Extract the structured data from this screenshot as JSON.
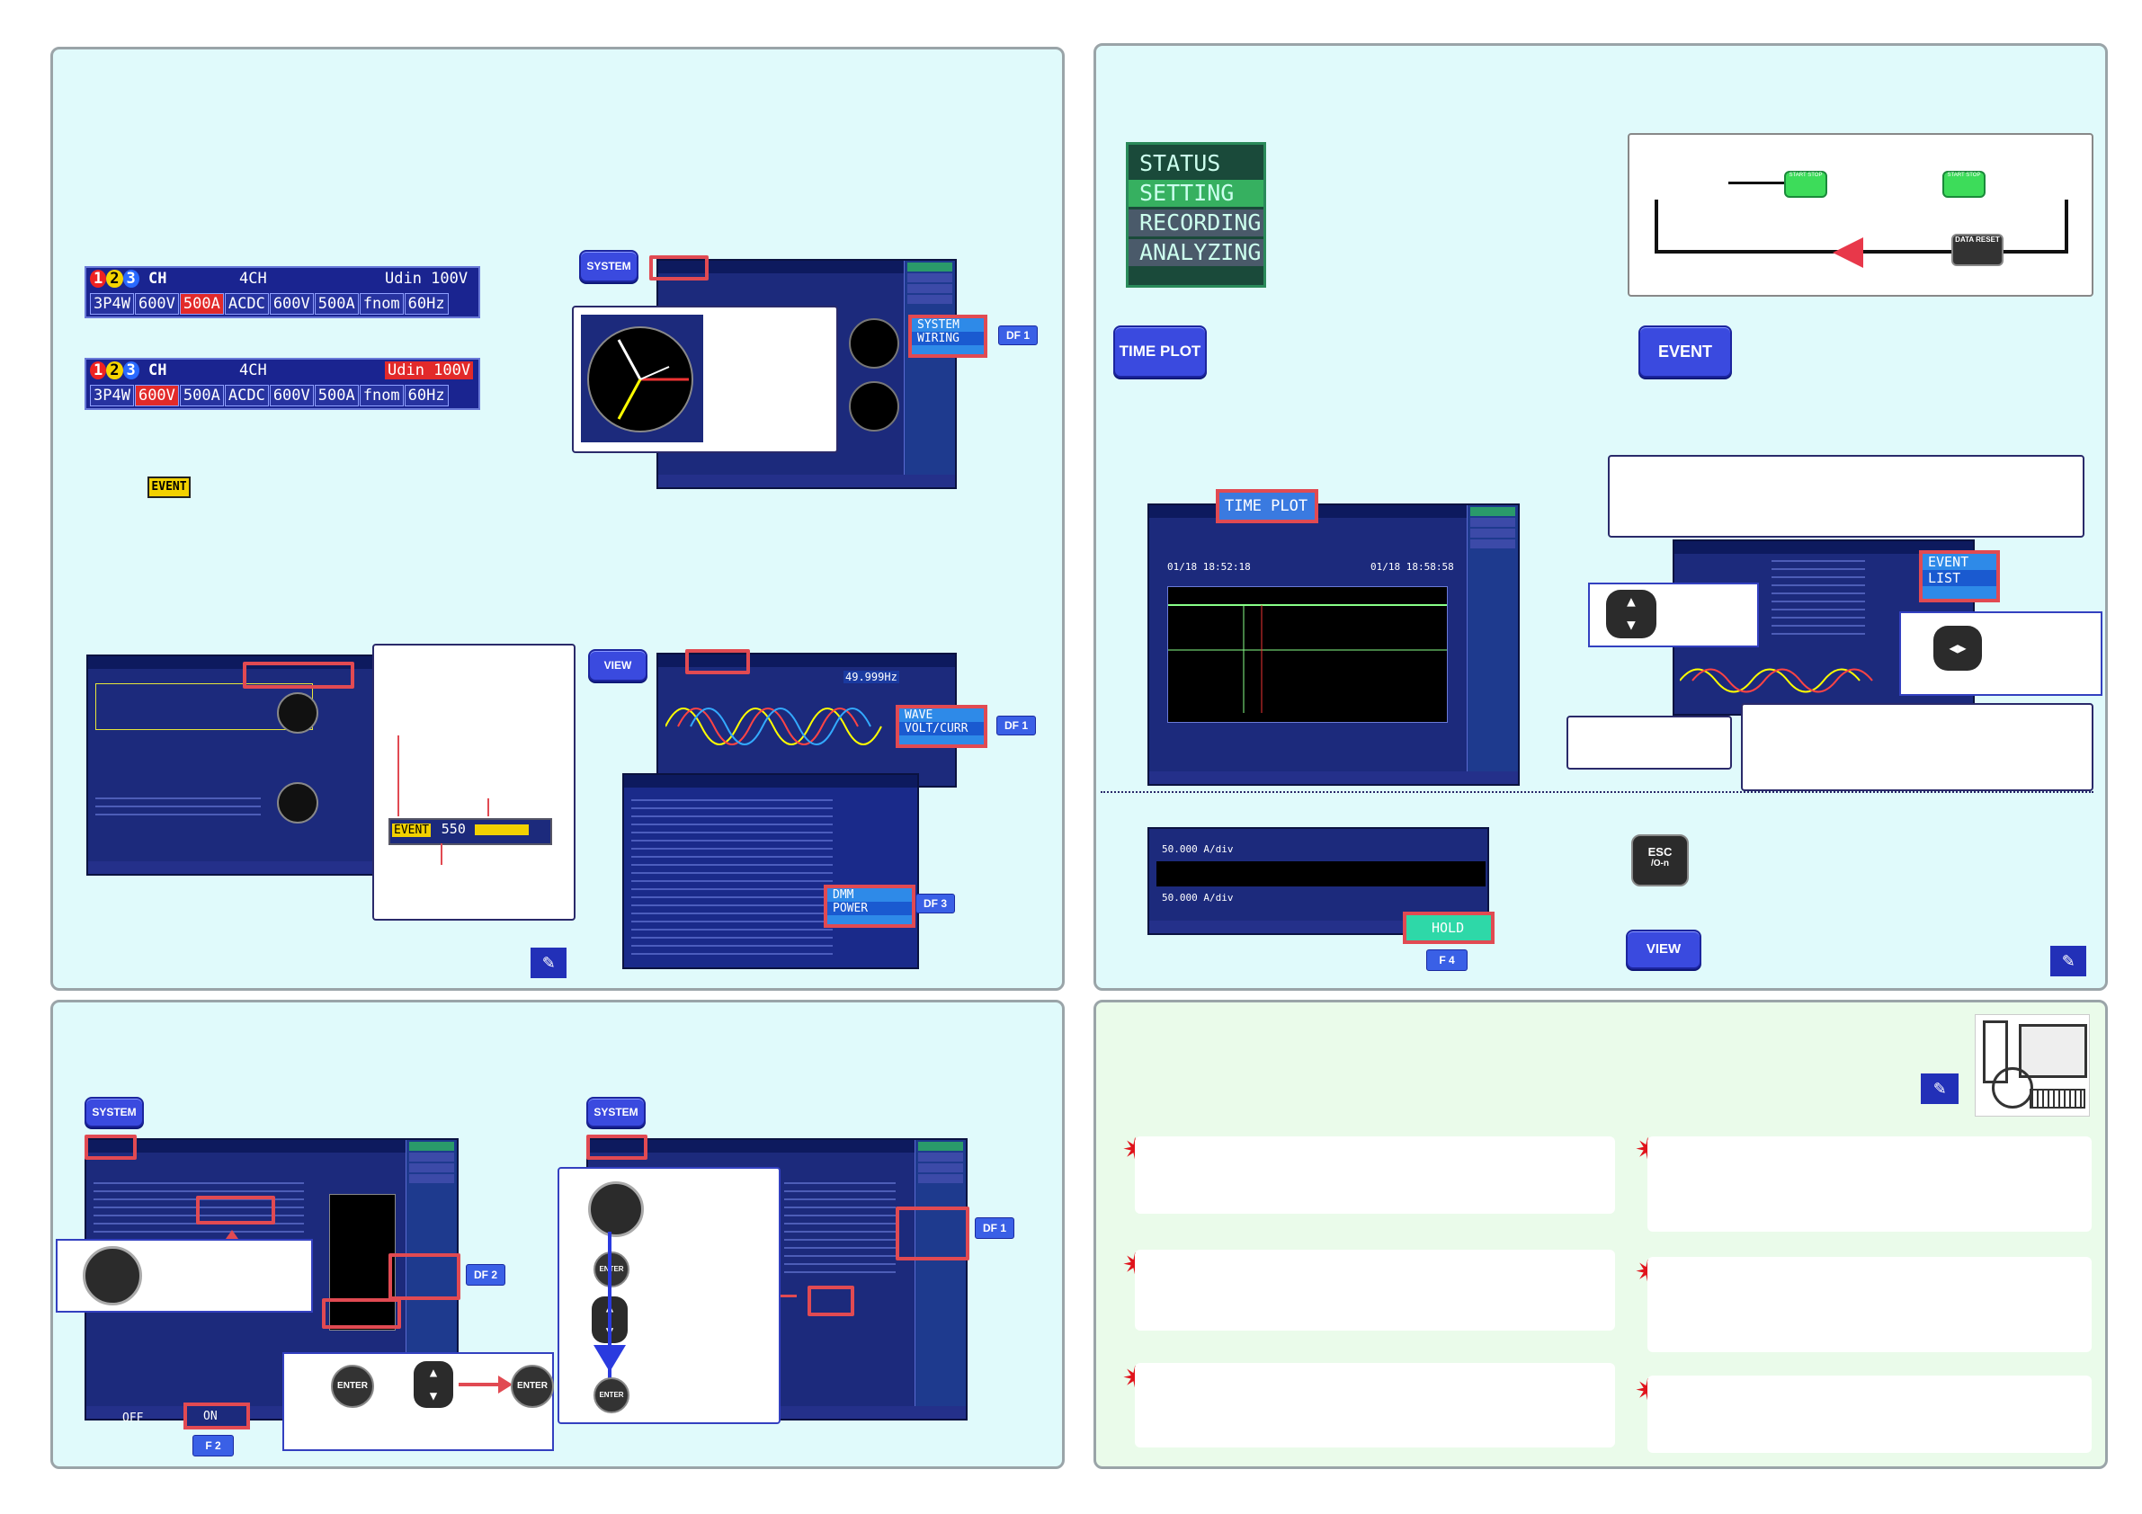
{
  "keys": {
    "system": "SYSTEM",
    "view": "VIEW",
    "timeplot": "TIME PLOT",
    "event": "EVENT",
    "esc_top": "ESC",
    "esc_bottom": "/O-n",
    "enter": "ENTER",
    "start_stop": "START STOP",
    "data_reset": "DATA RESET"
  },
  "fkeys": {
    "df1": "DF 1",
    "df2": "DF 2",
    "df3": "DF 3",
    "f2": "F 2",
    "f4": "F 4"
  },
  "panel1": {
    "bar1": {
      "ch123": "CH",
      "ch4": "CH",
      "udin": "Udin 100V",
      "wiring": "3P4W",
      "v600": "600V",
      "a500": "500A",
      "acdc": "ACDC",
      "v600b": "600V",
      "a500b": "500A",
      "fnom": "fnom",
      "hz": "60Hz"
    },
    "bar2": {
      "ch123": "CH",
      "ch4": "CH",
      "udin": "Udin 100V",
      "wiring": "3P4W",
      "v600": "600V",
      "a500": "500A",
      "acdc": "ACDC",
      "v600b": "600V",
      "a500b": "500A",
      "fnom": "fnom",
      "hz": "60Hz"
    },
    "event_badge": "EVENT",
    "wiring_menu": {
      "system": "SYSTEM",
      "wiring": "WIRING"
    },
    "wave_menu": {
      "wave": "WAVE",
      "volt_curr": "VOLT/CURR"
    },
    "dmm_menu": {
      "dmm": "DMM",
      "power": "POWER"
    },
    "event_counter": {
      "label": "EVENT",
      "value": "550"
    },
    "freq_readout": "49.999Hz"
  },
  "panel2": {
    "status_menu": [
      "STATUS",
      "SETTING",
      "RECORDING",
      "ANALYZING"
    ],
    "timeplot_tab": "TIME PLOT",
    "event_list": {
      "event": "EVENT",
      "list": "LIST"
    },
    "hold_label": "HOLD",
    "scale_top": "50.000 A/div",
    "scale_bottom": "50.000 A/div",
    "dates": {
      "left": "01/18 18:52:18",
      "right": "01/18 18:58:58"
    }
  },
  "panel3": {
    "off_label": "OFF",
    "on_label": "ON"
  },
  "colors": {
    "panel_cyan": "#e0fafb",
    "panel_green": "#eafbea",
    "highlight": "#e14a52",
    "key_blue": "#3a4adf"
  }
}
